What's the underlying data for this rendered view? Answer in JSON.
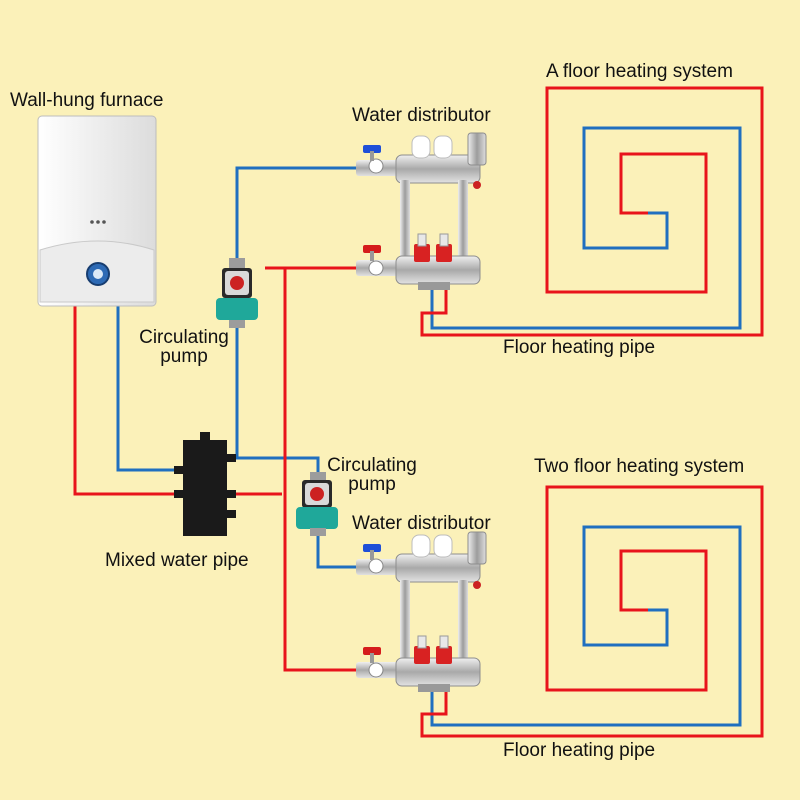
{
  "labels": {
    "furnace": "Wall-hung furnace",
    "distributor_top": "Water distributor",
    "distributor_bottom": "Water distributor",
    "system_a": "A floor heating system",
    "system_b": "Two floor heating system",
    "pipe_top": "Floor heating pipe",
    "pipe_bottom": "Floor heating pipe",
    "pump_top_line1": "Circulating",
    "pump_top_line2": "pump",
    "pump_bottom_line1": "Circulating",
    "pump_bottom_line2": "pump",
    "mixed_pipe": "Mixed water pipe"
  },
  "colors": {
    "background": "#fbf1b9",
    "hot_pipe": "#e8141b",
    "cold_pipe": "#1f6fc0",
    "furnace_body": "#f2f2f2",
    "pump_green": "#1fa89a",
    "mixer": "#1a1a1a",
    "manifold_steel": "#c8c8c8"
  }
}
